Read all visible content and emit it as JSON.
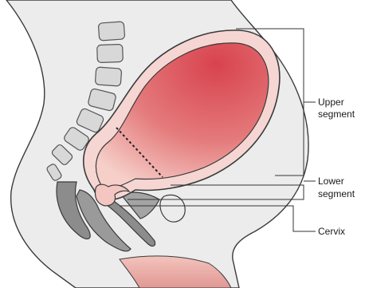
{
  "labels": {
    "upper_segment": [
      "Upper",
      "segment"
    ],
    "lower_segment": [
      "Lower",
      "segment"
    ],
    "cervix": "Cervix"
  },
  "colors": {
    "uterus_fill": "#d9525c",
    "uterus_highlight": "#f4c3bf",
    "body_fill": "#ececec",
    "bone_fill": "#d8d8d8",
    "organ_fill": "#8c8c8c",
    "outline": "#3a3a3a",
    "skin_pink": "#e9a9a4",
    "leader_line": "#333333"
  }
}
